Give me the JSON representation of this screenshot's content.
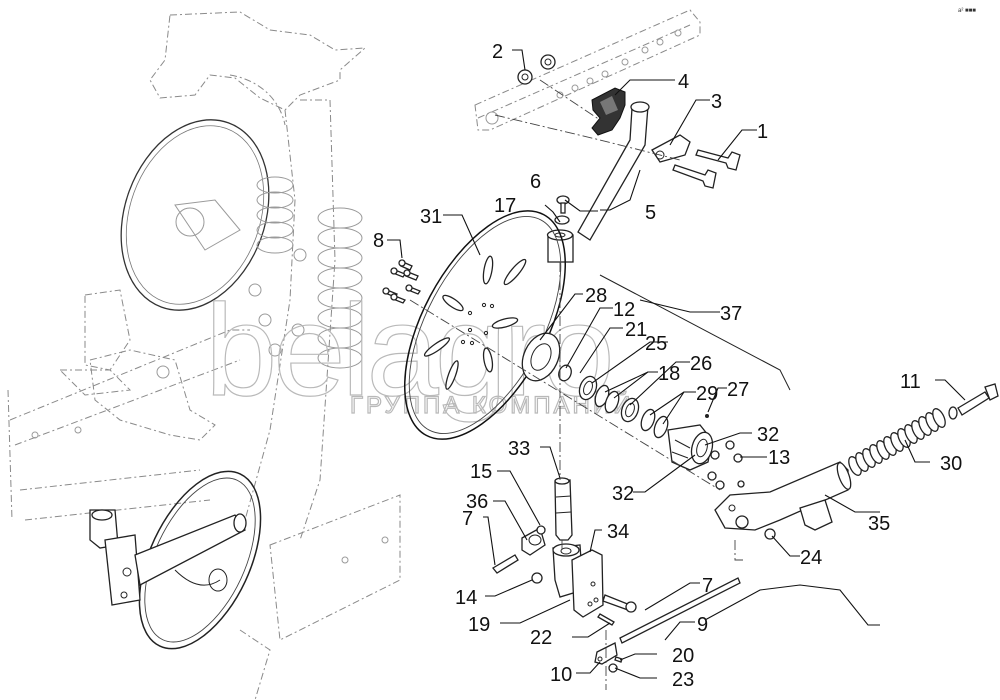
{
  "diagram": {
    "type": "exploded-parts-diagram",
    "corner_mark": "a² ■■■",
    "watermark": {
      "brand": "belagro",
      "tagline": "ГРУППА КОМПАНИЙ"
    },
    "callouts": [
      {
        "id": "1",
        "label": "1"
      },
      {
        "id": "2",
        "label": "2"
      },
      {
        "id": "3",
        "label": "3"
      },
      {
        "id": "4",
        "label": "4"
      },
      {
        "id": "5",
        "label": "5"
      },
      {
        "id": "6",
        "label": "6"
      },
      {
        "id": "7a",
        "label": "7"
      },
      {
        "id": "7b",
        "label": "7"
      },
      {
        "id": "8",
        "label": "8"
      },
      {
        "id": "9",
        "label": "9"
      },
      {
        "id": "10",
        "label": "10"
      },
      {
        "id": "11",
        "label": "11"
      },
      {
        "id": "12",
        "label": "12"
      },
      {
        "id": "13",
        "label": "13"
      },
      {
        "id": "14",
        "label": "14"
      },
      {
        "id": "15",
        "label": "15"
      },
      {
        "id": "17",
        "label": "17"
      },
      {
        "id": "18",
        "label": "18"
      },
      {
        "id": "19",
        "label": "19"
      },
      {
        "id": "20",
        "label": "20"
      },
      {
        "id": "21",
        "label": "21"
      },
      {
        "id": "22",
        "label": "22"
      },
      {
        "id": "23",
        "label": "23"
      },
      {
        "id": "24",
        "label": "24"
      },
      {
        "id": "25",
        "label": "25"
      },
      {
        "id": "26",
        "label": "26"
      },
      {
        "id": "27",
        "label": "27"
      },
      {
        "id": "28",
        "label": "28"
      },
      {
        "id": "29",
        "label": "29"
      },
      {
        "id": "30",
        "label": "30"
      },
      {
        "id": "31",
        "label": "31"
      },
      {
        "id": "32a",
        "label": "32"
      },
      {
        "id": "32b",
        "label": "32"
      },
      {
        "id": "33",
        "label": "33"
      },
      {
        "id": "34",
        "label": "34"
      },
      {
        "id": "35",
        "label": "35"
      },
      {
        "id": "36",
        "label": "36"
      },
      {
        "id": "37",
        "label": "37"
      }
    ]
  }
}
